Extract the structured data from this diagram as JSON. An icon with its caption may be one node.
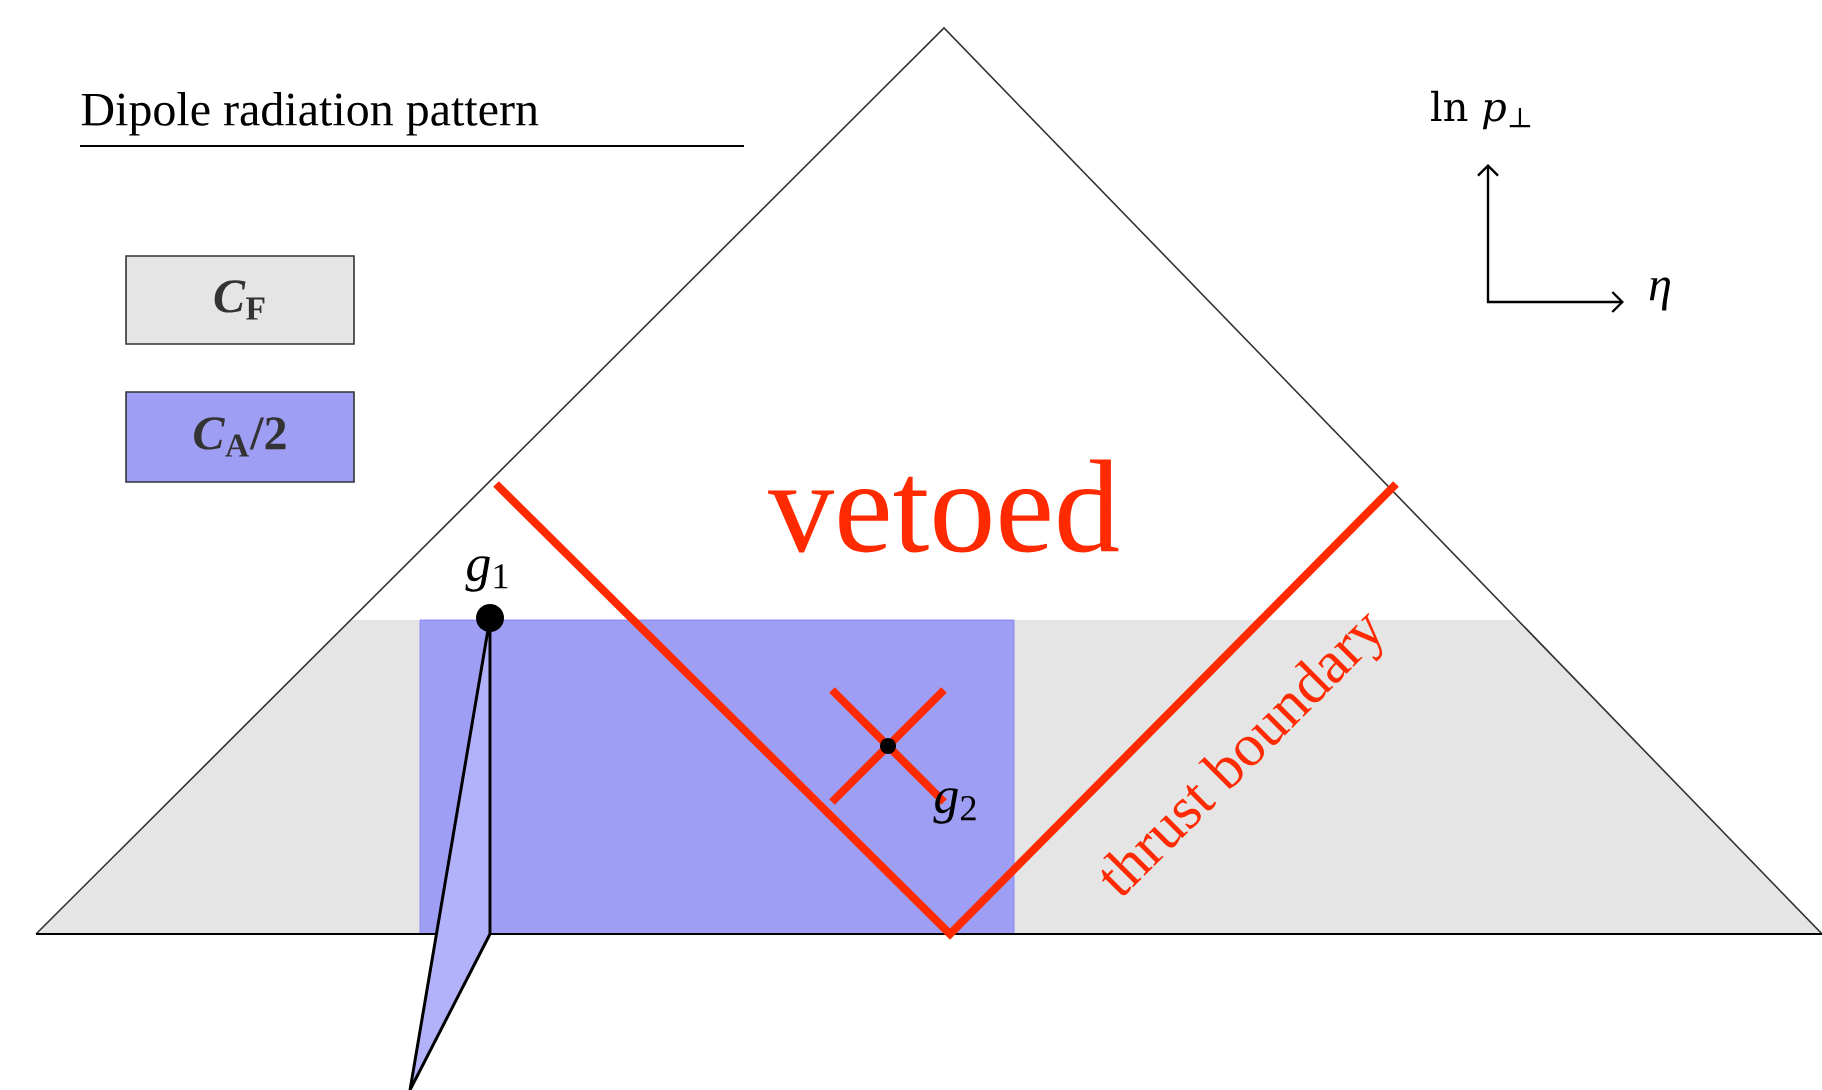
{
  "diagram": {
    "title": "Dipole radiation pattern",
    "labels": [
      "vetoed",
      "thrust boundary",
      "*g*$_{1}$",
      "*g*$_{2}$",
      "ln *p*$_{⊥}$",
      "*η*"
    ],
    "legend": [
      {
        "text": "*C*$_{F}$",
        "color": "#e5e5e5"
      },
      {
        "text": "*C*$_{A}$/2",
        "color": "#9e9ef4"
      }
    ]
  }
}
